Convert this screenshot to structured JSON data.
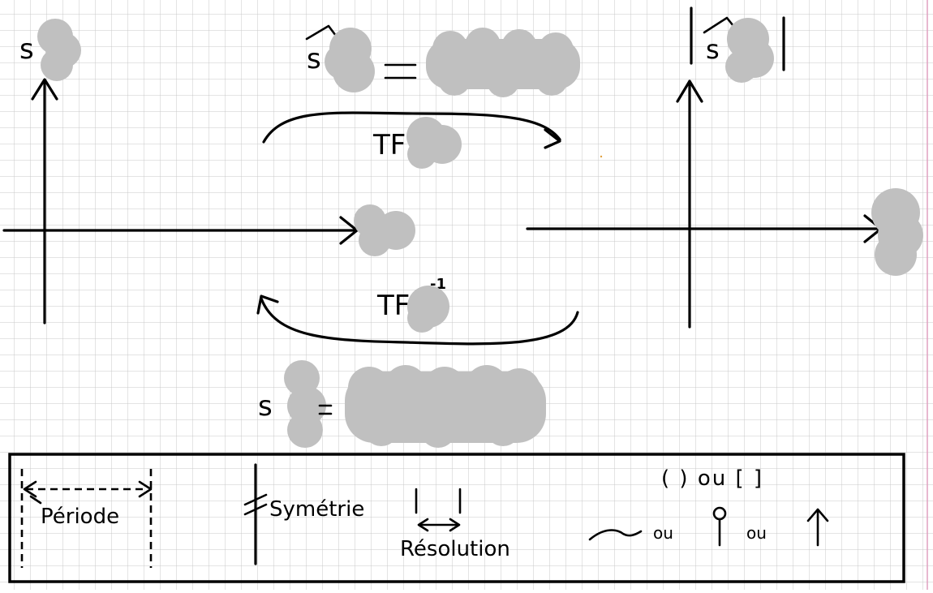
{
  "symbols": {
    "signal": "s",
    "transform": "ŝ",
    "transform_abs": "|ŝ|",
    "equals": "="
  },
  "arrows": {
    "forward_label": "TF",
    "inverse_label": "TF",
    "inverse_exponent": "-1"
  },
  "legend": {
    "periode_label": "Période",
    "symetrie_label": "Symétrie",
    "resolution_label": "Résolution",
    "brackets_text": "( ) ou [ ]",
    "shapes_text_1": "ou",
    "shapes_text_2": "ou"
  },
  "colors": {
    "grid": "#c8c8c8",
    "ink": "#000000",
    "redacted": "#c0c0c0",
    "margin_line": "#e0a0c0"
  }
}
